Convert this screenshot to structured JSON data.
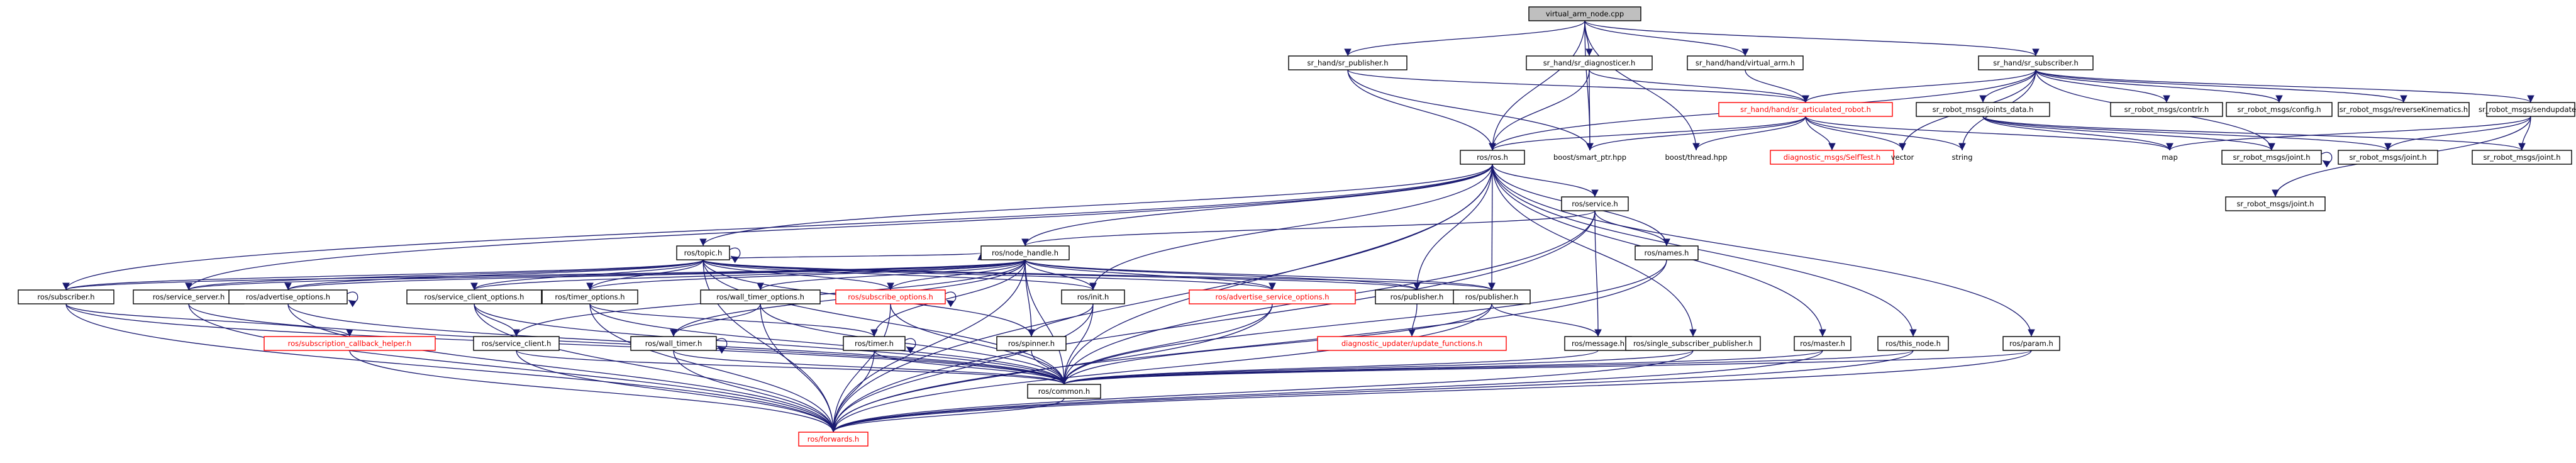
{
  "diagram": {
    "colors": {
      "edge": "#191970",
      "node_border": "#000000",
      "incomplete_border": "#ff0000",
      "root_fill": "#bfbfbf"
    },
    "nodes": [
      {
        "id": "n0",
        "label": "virtual_arm_node.cpp",
        "kind": "root"
      },
      {
        "id": "n1",
        "label": "sr_hand/sr_publisher.h",
        "kind": "normal"
      },
      {
        "id": "n2",
        "label": "sr_hand/sr_diagnosticer.h",
        "kind": "normal"
      },
      {
        "id": "n3",
        "label": "sr_hand/hand/virtual_arm.h",
        "kind": "normal"
      },
      {
        "id": "n4",
        "label": "sr_hand/sr_subscriber.h",
        "kind": "normal"
      },
      {
        "id": "n5",
        "label": "sr_hand/hand/sr_articulated_robot.h",
        "kind": "red"
      },
      {
        "id": "n6",
        "label": "sr_robot_msgs/joints_data.h",
        "kind": "normal"
      },
      {
        "id": "n7",
        "label": "sr_robot_msgs/contrlr.h",
        "kind": "normal"
      },
      {
        "id": "n8",
        "label": "sr_robot_msgs/config.h",
        "kind": "normal"
      },
      {
        "id": "n9",
        "label": "sr_robot_msgs/reverseKinematics.h",
        "kind": "normal"
      },
      {
        "id": "n10",
        "label": "sr_robot_msgs/sendupdate.h",
        "kind": "normal"
      },
      {
        "id": "n11",
        "label": "ros/ros.h",
        "kind": "normal"
      },
      {
        "id": "n12",
        "label": "boost/smart_ptr.hpp",
        "kind": "plain"
      },
      {
        "id": "n13",
        "label": "boost/thread.hpp",
        "kind": "plain"
      },
      {
        "id": "n14",
        "label": "diagnostic_msgs/SelfTest.h",
        "kind": "red"
      },
      {
        "id": "n15",
        "label": "vector",
        "kind": "plain"
      },
      {
        "id": "n16",
        "label": "string",
        "kind": "plain"
      },
      {
        "id": "n17",
        "label": "map",
        "kind": "plain"
      },
      {
        "id": "n18",
        "label": "sr_robot_msgs/joint.h",
        "kind": "normal"
      },
      {
        "id": "n19",
        "label": "sr_robot_msgs/joint.h",
        "kind": "normal"
      },
      {
        "id": "n20",
        "label": "sr_robot_msgs/joint.h",
        "kind": "normal"
      },
      {
        "id": "n21",
        "label": "sr_robot_msgs/joint.h",
        "kind": "normal"
      },
      {
        "id": "n22",
        "label": "ros/service.h",
        "kind": "normal"
      },
      {
        "id": "n23",
        "label": "ros/topic.h",
        "kind": "normal"
      },
      {
        "id": "n24",
        "label": "ros/node_handle.h",
        "kind": "normal"
      },
      {
        "id": "n25",
        "label": "ros/names.h",
        "kind": "normal"
      },
      {
        "id": "n26",
        "label": "ros/subscriber.h",
        "kind": "normal"
      },
      {
        "id": "n27",
        "label": "ros/service_server.h",
        "kind": "normal"
      },
      {
        "id": "n28",
        "label": "ros/advertise_options.h",
        "kind": "normal"
      },
      {
        "id": "n29",
        "label": "ros/service_client_options.h",
        "kind": "normal"
      },
      {
        "id": "n30",
        "label": "ros/timer_options.h",
        "kind": "normal"
      },
      {
        "id": "n31",
        "label": "ros/wall_timer_options.h",
        "kind": "normal"
      },
      {
        "id": "n32",
        "label": "ros/subscribe_options.h",
        "kind": "red"
      },
      {
        "id": "n33",
        "label": "ros/init.h",
        "kind": "normal"
      },
      {
        "id": "n34",
        "label": "ros/advertise_service_options.h",
        "kind": "red"
      },
      {
        "id": "n35",
        "label": "ros/publisher.h",
        "kind": "normal"
      },
      {
        "id": "n36",
        "label": "ros/publisher.h",
        "kind": "normal"
      },
      {
        "id": "n37",
        "label": "ros/subscription_callback_helper.h",
        "kind": "red"
      },
      {
        "id": "n38",
        "label": "ros/service_client.h",
        "kind": "normal"
      },
      {
        "id": "n39",
        "label": "ros/wall_timer.h",
        "kind": "normal"
      },
      {
        "id": "n40",
        "label": "ros/timer.h",
        "kind": "normal"
      },
      {
        "id": "n41",
        "label": "ros/spinner.h",
        "kind": "normal"
      },
      {
        "id": "n42",
        "label": "diagnostic_updater/update_functions.h",
        "kind": "red"
      },
      {
        "id": "n43",
        "label": "ros/message.h",
        "kind": "normal"
      },
      {
        "id": "n44",
        "label": "ros/single_subscriber_publisher.h",
        "kind": "normal"
      },
      {
        "id": "n45",
        "label": "ros/master.h",
        "kind": "normal"
      },
      {
        "id": "n46",
        "label": "ros/this_node.h",
        "kind": "normal"
      },
      {
        "id": "n47",
        "label": "ros/param.h",
        "kind": "normal"
      },
      {
        "id": "n48",
        "label": "ros/common.h",
        "kind": "normal"
      },
      {
        "id": "n49",
        "label": "ros/forwards.h",
        "kind": "red"
      }
    ],
    "edges": [
      [
        "n0",
        "n1"
      ],
      [
        "n0",
        "n2"
      ],
      [
        "n0",
        "n3"
      ],
      [
        "n0",
        "n4"
      ],
      [
        "n0",
        "n11"
      ],
      [
        "n0",
        "n12"
      ],
      [
        "n0",
        "n13"
      ],
      [
        "n1",
        "n11"
      ],
      [
        "n1",
        "n12"
      ],
      [
        "n1",
        "n5"
      ],
      [
        "n2",
        "n11"
      ],
      [
        "n2",
        "n12"
      ],
      [
        "n2",
        "n5"
      ],
      [
        "n3",
        "n5"
      ],
      [
        "n4",
        "n5"
      ],
      [
        "n4",
        "n6"
      ],
      [
        "n4",
        "n7"
      ],
      [
        "n4",
        "n8"
      ],
      [
        "n4",
        "n9"
      ],
      [
        "n4",
        "n10"
      ],
      [
        "n4",
        "n11"
      ],
      [
        "n4",
        "n15"
      ],
      [
        "n4",
        "n16"
      ],
      [
        "n4",
        "n18"
      ],
      [
        "n5",
        "n11"
      ],
      [
        "n5",
        "n12"
      ],
      [
        "n5",
        "n13"
      ],
      [
        "n5",
        "n14"
      ],
      [
        "n5",
        "n15"
      ],
      [
        "n5",
        "n16"
      ],
      [
        "n5",
        "n17"
      ],
      [
        "n6",
        "n17"
      ],
      [
        "n6",
        "n18"
      ],
      [
        "n6",
        "n19"
      ],
      [
        "n6",
        "n20"
      ],
      [
        "n10",
        "n17"
      ],
      [
        "n10",
        "n19"
      ],
      [
        "n10",
        "n20"
      ],
      [
        "n10",
        "n21"
      ],
      [
        "n18",
        "n18"
      ],
      [
        "n11",
        "n23"
      ],
      [
        "n11",
        "n24"
      ],
      [
        "n11",
        "n22"
      ],
      [
        "n11",
        "n25"
      ],
      [
        "n11",
        "n26"
      ],
      [
        "n11",
        "n27"
      ],
      [
        "n11",
        "n33"
      ],
      [
        "n11",
        "n35"
      ],
      [
        "n11",
        "n36"
      ],
      [
        "n11",
        "n44"
      ],
      [
        "n11",
        "n45"
      ],
      [
        "n11",
        "n46"
      ],
      [
        "n11",
        "n47"
      ],
      [
        "n11",
        "n48"
      ],
      [
        "n11",
        "n49"
      ],
      [
        "n22",
        "n24"
      ],
      [
        "n22",
        "n25"
      ],
      [
        "n22",
        "n43"
      ],
      [
        "n22",
        "n48"
      ],
      [
        "n22",
        "n49"
      ],
      [
        "n23",
        "n23"
      ],
      [
        "n23",
        "n24"
      ],
      [
        "n23",
        "n26"
      ],
      [
        "n23",
        "n27"
      ],
      [
        "n23",
        "n28"
      ],
      [
        "n23",
        "n29"
      ],
      [
        "n23",
        "n30"
      ],
      [
        "n23",
        "n32"
      ],
      [
        "n23",
        "n33"
      ],
      [
        "n23",
        "n34"
      ],
      [
        "n23",
        "n35"
      ],
      [
        "n23",
        "n36"
      ],
      [
        "n23",
        "n41"
      ],
      [
        "n23",
        "n48"
      ],
      [
        "n23",
        "n49"
      ],
      [
        "n24",
        "n26"
      ],
      [
        "n24",
        "n27"
      ],
      [
        "n24",
        "n28"
      ],
      [
        "n24",
        "n29"
      ],
      [
        "n24",
        "n30"
      ],
      [
        "n24",
        "n31"
      ],
      [
        "n24",
        "n32"
      ],
      [
        "n24",
        "n33"
      ],
      [
        "n24",
        "n34"
      ],
      [
        "n24",
        "n35"
      ],
      [
        "n24",
        "n36"
      ],
      [
        "n24",
        "n38"
      ],
      [
        "n24",
        "n39"
      ],
      [
        "n24",
        "n40"
      ],
      [
        "n24",
        "n41"
      ],
      [
        "n24",
        "n48"
      ],
      [
        "n24",
        "n49"
      ],
      [
        "n25",
        "n48"
      ],
      [
        "n25",
        "n49"
      ],
      [
        "n26",
        "n37"
      ],
      [
        "n26",
        "n48"
      ],
      [
        "n26",
        "n49"
      ],
      [
        "n27",
        "n48"
      ],
      [
        "n27",
        "n49"
      ],
      [
        "n28",
        "n28"
      ],
      [
        "n28",
        "n48"
      ],
      [
        "n28",
        "n49"
      ],
      [
        "n29",
        "n38"
      ],
      [
        "n29",
        "n48"
      ],
      [
        "n29",
        "n49"
      ],
      [
        "n30",
        "n40"
      ],
      [
        "n30",
        "n48"
      ],
      [
        "n30",
        "n49"
      ],
      [
        "n31",
        "n39"
      ],
      [
        "n31",
        "n48"
      ],
      [
        "n31",
        "n49"
      ],
      [
        "n32",
        "n32"
      ],
      [
        "n32",
        "n48"
      ],
      [
        "n32",
        "n49"
      ],
      [
        "n33",
        "n41"
      ],
      [
        "n33",
        "n48"
      ],
      [
        "n33",
        "n49"
      ],
      [
        "n34",
        "n48"
      ],
      [
        "n34",
        "n49"
      ],
      [
        "n35",
        "n42"
      ],
      [
        "n36",
        "n43"
      ],
      [
        "n36",
        "n48"
      ],
      [
        "n36",
        "n49"
      ],
      [
        "n37",
        "n49"
      ],
      [
        "n38",
        "n48"
      ],
      [
        "n38",
        "n49"
      ],
      [
        "n39",
        "n39"
      ],
      [
        "n39",
        "n48"
      ],
      [
        "n39",
        "n49"
      ],
      [
        "n40",
        "n40"
      ],
      [
        "n40",
        "n48"
      ],
      [
        "n40",
        "n49"
      ],
      [
        "n41",
        "n48"
      ],
      [
        "n43",
        "n48"
      ],
      [
        "n44",
        "n48"
      ],
      [
        "n44",
        "n49"
      ],
      [
        "n45",
        "n48"
      ],
      [
        "n45",
        "n49"
      ],
      [
        "n46",
        "n48"
      ],
      [
        "n46",
        "n49"
      ],
      [
        "n47",
        "n48"
      ],
      [
        "n47",
        "n49"
      ],
      [
        "n48",
        "n49"
      ]
    ]
  }
}
